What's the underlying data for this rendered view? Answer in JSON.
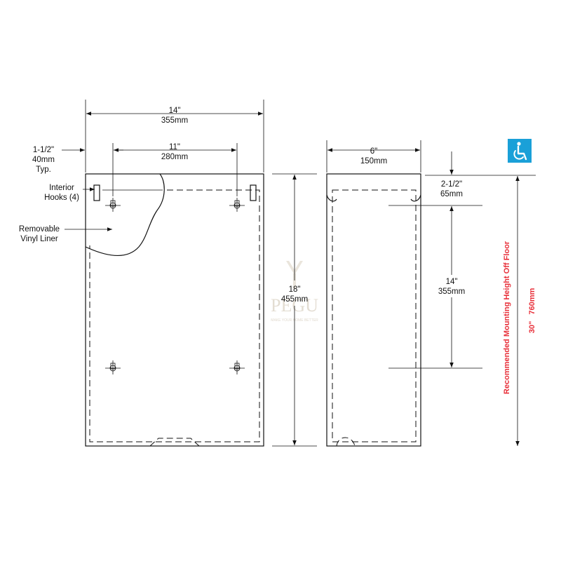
{
  "dimensions": {
    "overall_width": {
      "imperial": "14\"",
      "metric": "355mm"
    },
    "hook_spacing": {
      "imperial": "11\"",
      "metric": "280mm"
    },
    "side_offset": {
      "imperial": "1-1/2\"",
      "metric": "40mm",
      "note": "Typ."
    },
    "depth": {
      "imperial": "6\"",
      "metric": "150mm"
    },
    "height": {
      "imperial": "18\"",
      "metric": "455mm"
    },
    "top_to_hook": {
      "imperial": "2-1/2\"",
      "metric": "65mm"
    },
    "hook_vertical_spacing": {
      "imperial": "14\"",
      "metric": "355mm"
    }
  },
  "callouts": {
    "hooks": {
      "line1": "Interior",
      "line2": "Hooks (4)"
    },
    "liner": {
      "line1": "Removable",
      "line2": "Vinyl Liner"
    }
  },
  "mounting": {
    "label": "Recommended Mounting Height Off Floor",
    "value": "30\"   760mm",
    "color": "#e8303a"
  },
  "badge": {
    "icon": "wheelchair-accessible-icon",
    "color": "#1aa0d8"
  },
  "watermark": {
    "text": "PEGU",
    "subtext": "MAKE YOUR HOME BETTER"
  }
}
